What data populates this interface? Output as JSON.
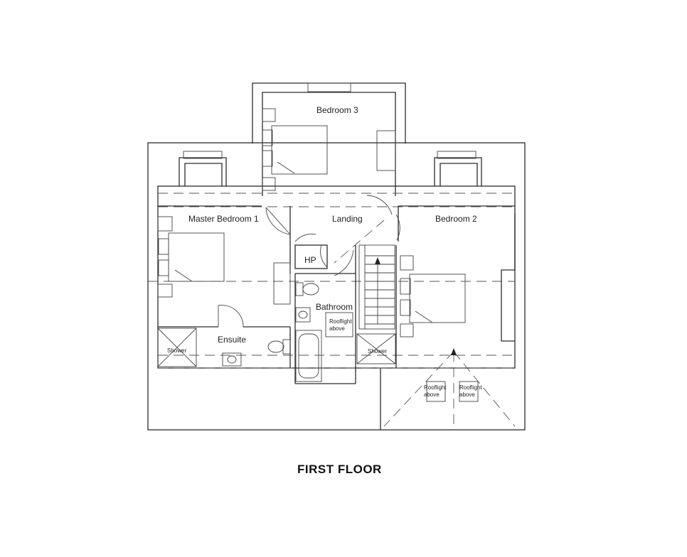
{
  "title": "FIRST FLOOR",
  "rooms": {
    "bedroom3": "Bedroom 3",
    "master_bedroom": "Master Bedroom 1",
    "landing": "Landing",
    "bedroom2": "Bedroom 2",
    "hp": "HP",
    "bathroom": "Bathroom",
    "ensuite": "Ensuite"
  },
  "fixtures": {
    "shower_ensuite": "Shower",
    "shower_bed2": "Shower",
    "rooflight_label_1": "Rooflight",
    "rooflight_label_2": "above"
  }
}
